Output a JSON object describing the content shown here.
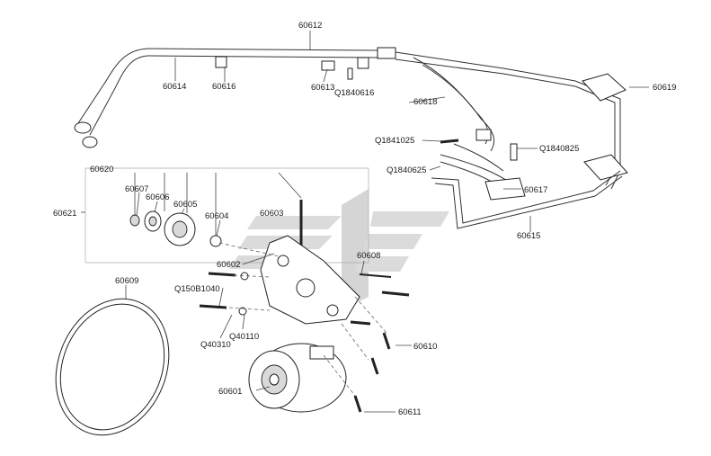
{
  "callouts": {
    "c60612": "60612",
    "c60614": "60614",
    "c60616": "60616",
    "c60613": "60613",
    "cQ1840616": "Q1840616",
    "c60618": "60618",
    "c60619": "60619",
    "cQ1841025": "Q1841025",
    "cQ1840825": "Q1840825",
    "cQ1840625": "Q1840625",
    "c60617": "60617",
    "c60615": "60615",
    "c60620": "60620",
    "c60607": "60607",
    "c60606": "60606",
    "c60605": "60605",
    "c60604": "60604",
    "c60603": "60603",
    "c60621": "60621",
    "c60608": "60608",
    "c60602": "60602",
    "c60609": "60609",
    "cQ150B1040": "Q150B1040",
    "cQ40110": "Q40110",
    "cQ40310": "Q40310",
    "c60610": "60610",
    "c60601": "60601",
    "c60611": "60611"
  },
  "watermark": {
    "description": "grey stylised logo watermark"
  }
}
